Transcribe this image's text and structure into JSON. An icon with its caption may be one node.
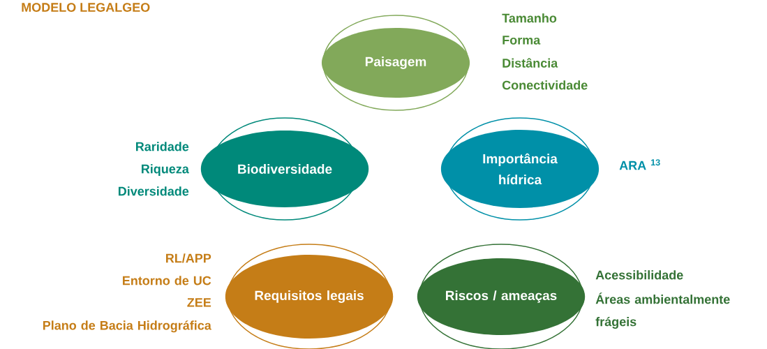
{
  "diagram": {
    "title": "MODELO LEGALGEO",
    "nodes": [
      {
        "text": [
          "Paisagem"
        ],
        "beside": [
          "Tamanho",
          "Forma",
          "Distância",
          "Conectividade"
        ]
      },
      {
        "text": [
          "Biodiversidade"
        ],
        "beside": [
          "Raridade",
          "Riqueza",
          "Diversidade"
        ]
      },
      {
        "text": [
          "Importância hídrica"
        ],
        "beside": [
          "ARA $^{13}$"
        ]
      },
      {
        "text": [
          "Requisitos legais"
        ],
        "beside": [
          "RL/APP",
          "Entorno de UC",
          "ZEE",
          "Plano de Bacia Hidrográfica"
        ]
      },
      {
        "text": [
          "Riscos / ameaças"
        ],
        "beside": [
          "Acessibilidade",
          "Áreas ambientalmente frágeis"
        ]
      }
    ]
  }
}
